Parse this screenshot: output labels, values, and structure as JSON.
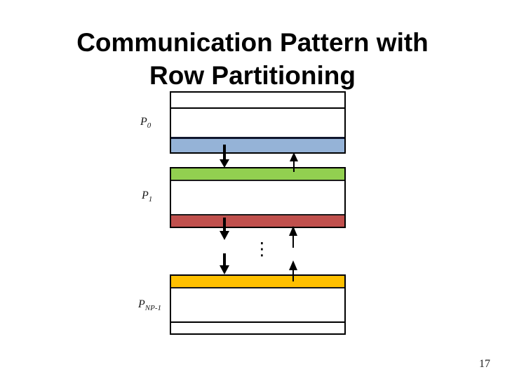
{
  "slide": {
    "title_line1": "Communication Pattern with",
    "title_line2": "Row Partitioning",
    "page_number": "17"
  },
  "diagram": {
    "labels": {
      "p0": {
        "base": "P",
        "sub": "0"
      },
      "p1": {
        "base": "P",
        "sub": "1"
      },
      "pnp": {
        "base": "P",
        "sub": "NP-1"
      }
    },
    "ellipsis": "⋮",
    "colors": {
      "blue_band": "#95B3D7",
      "green_band": "#92D050",
      "red_band": "#C0504D",
      "orange_band": "#FFC000",
      "arrow": "#000000",
      "block_border": "#000000"
    }
  }
}
